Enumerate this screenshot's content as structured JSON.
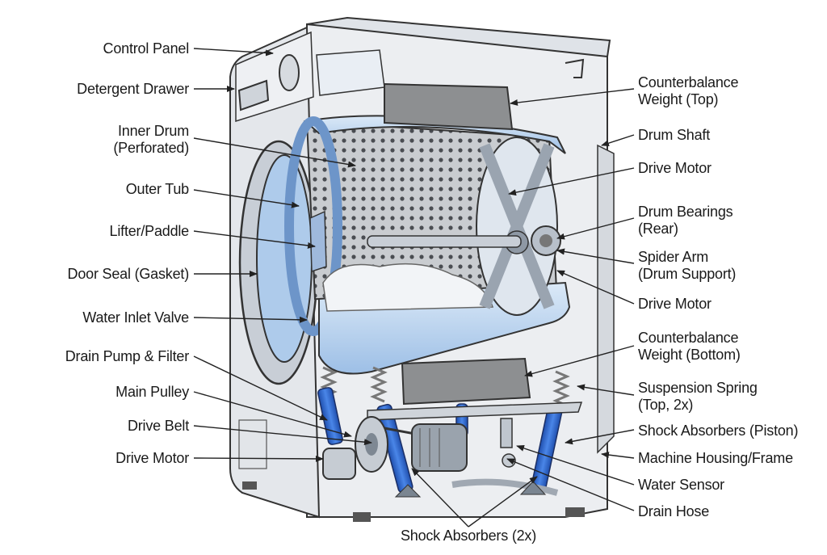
{
  "labels_left": [
    {
      "id": "control-panel",
      "text": "Control Panel"
    },
    {
      "id": "detergent-drawer",
      "text": "Detergent Drawer"
    },
    {
      "id": "inner-drum",
      "text": "Inner Drum\n(Perforated)"
    },
    {
      "id": "outer-tub",
      "text": "Outer Tub"
    },
    {
      "id": "lifter-paddle",
      "text": "Lifter/Paddle"
    },
    {
      "id": "door-seal",
      "text": "Door Seal (Gasket)"
    },
    {
      "id": "water-inlet-valve",
      "text": "Water Inlet Valve"
    },
    {
      "id": "drain-pump-filter",
      "text": "Drain Pump & Filter"
    },
    {
      "id": "main-pulley",
      "text": "Main Pulley"
    },
    {
      "id": "drive-belt",
      "text": "Drive Belt"
    },
    {
      "id": "drive-motor-left",
      "text": "Drive Motor"
    }
  ],
  "labels_right": [
    {
      "id": "counterbalance-top",
      "text": "Counterbalance\nWeight (Top)"
    },
    {
      "id": "drum-shaft",
      "text": "Drum Shaft"
    },
    {
      "id": "drive-motor-upper",
      "text": "Drive Motor"
    },
    {
      "id": "drum-bearings",
      "text": "Drum Bearings\n(Rear)"
    },
    {
      "id": "spider-arm",
      "text": "Spider Arm\n(Drum Support)"
    },
    {
      "id": "drive-motor-mid",
      "text": "Drive Motor"
    },
    {
      "id": "counterbalance-bottom",
      "text": "Counterbalance\nWeight (Bottom)"
    },
    {
      "id": "suspension-spring",
      "text": "Suspension Spring\n(Top, 2x)"
    },
    {
      "id": "shock-absorbers-piston",
      "text": "Shock Absorbers (Piston)"
    },
    {
      "id": "machine-housing",
      "text": "Machine Housing/Frame"
    },
    {
      "id": "water-sensor",
      "text": "Water Sensor"
    },
    {
      "id": "drain-hose",
      "text": "Drain Hose"
    }
  ],
  "label_bottom": {
    "id": "shock-absorbers-2x",
    "text": "Shock Absorbers (2x)"
  },
  "colors": {
    "housing": "#dfe3e8",
    "housing_dark": "#b9c0c8",
    "drum_blue": "#cfe0f3",
    "tub_blue": "#a9c8ea",
    "shock_blue": "#2f64c8",
    "weight_gray": "#8d8f91",
    "spring": "#8a8a8a",
    "line": "#222222"
  }
}
